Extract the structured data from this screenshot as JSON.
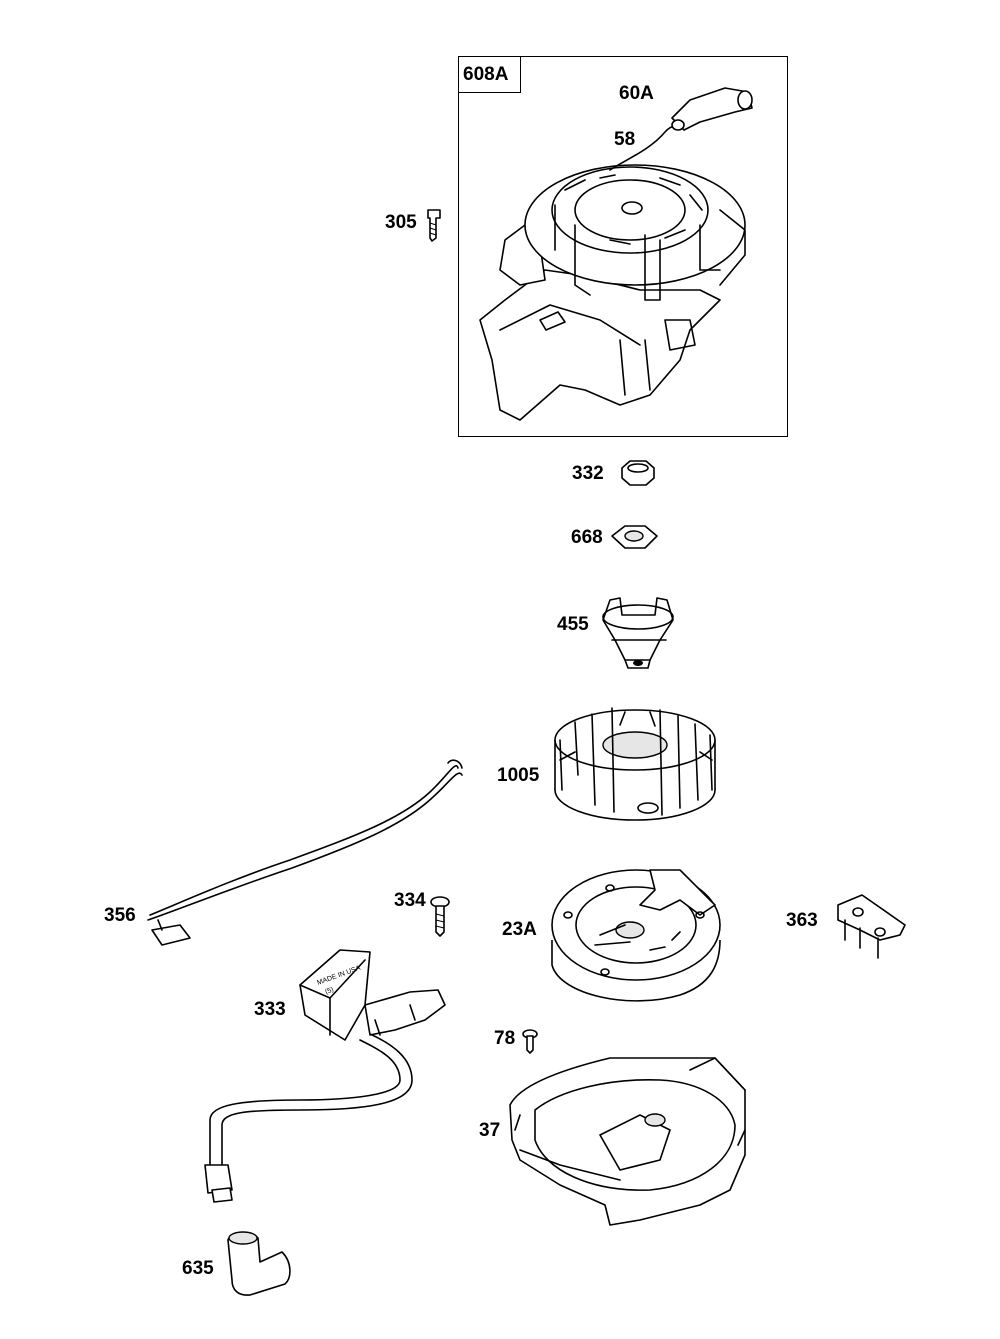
{
  "assembly": {
    "label": "608A"
  },
  "parts": [
    {
      "id": "p60a",
      "label": "60A"
    },
    {
      "id": "p58",
      "label": "58"
    },
    {
      "id": "p305",
      "label": "305"
    },
    {
      "id": "p332",
      "label": "332"
    },
    {
      "id": "p668",
      "label": "668"
    },
    {
      "id": "p455",
      "label": "455"
    },
    {
      "id": "p1005",
      "label": "1005"
    },
    {
      "id": "p356",
      "label": "356"
    },
    {
      "id": "p334",
      "label": "334"
    },
    {
      "id": "p23a",
      "label": "23A"
    },
    {
      "id": "p363",
      "label": "363"
    },
    {
      "id": "p333",
      "label": "333"
    },
    {
      "id": "p78",
      "label": "78"
    },
    {
      "id": "p37",
      "label": "37"
    },
    {
      "id": "p635",
      "label": "635"
    }
  ],
  "coil_markings": [
    "MADE IN USA",
    "(5)"
  ]
}
